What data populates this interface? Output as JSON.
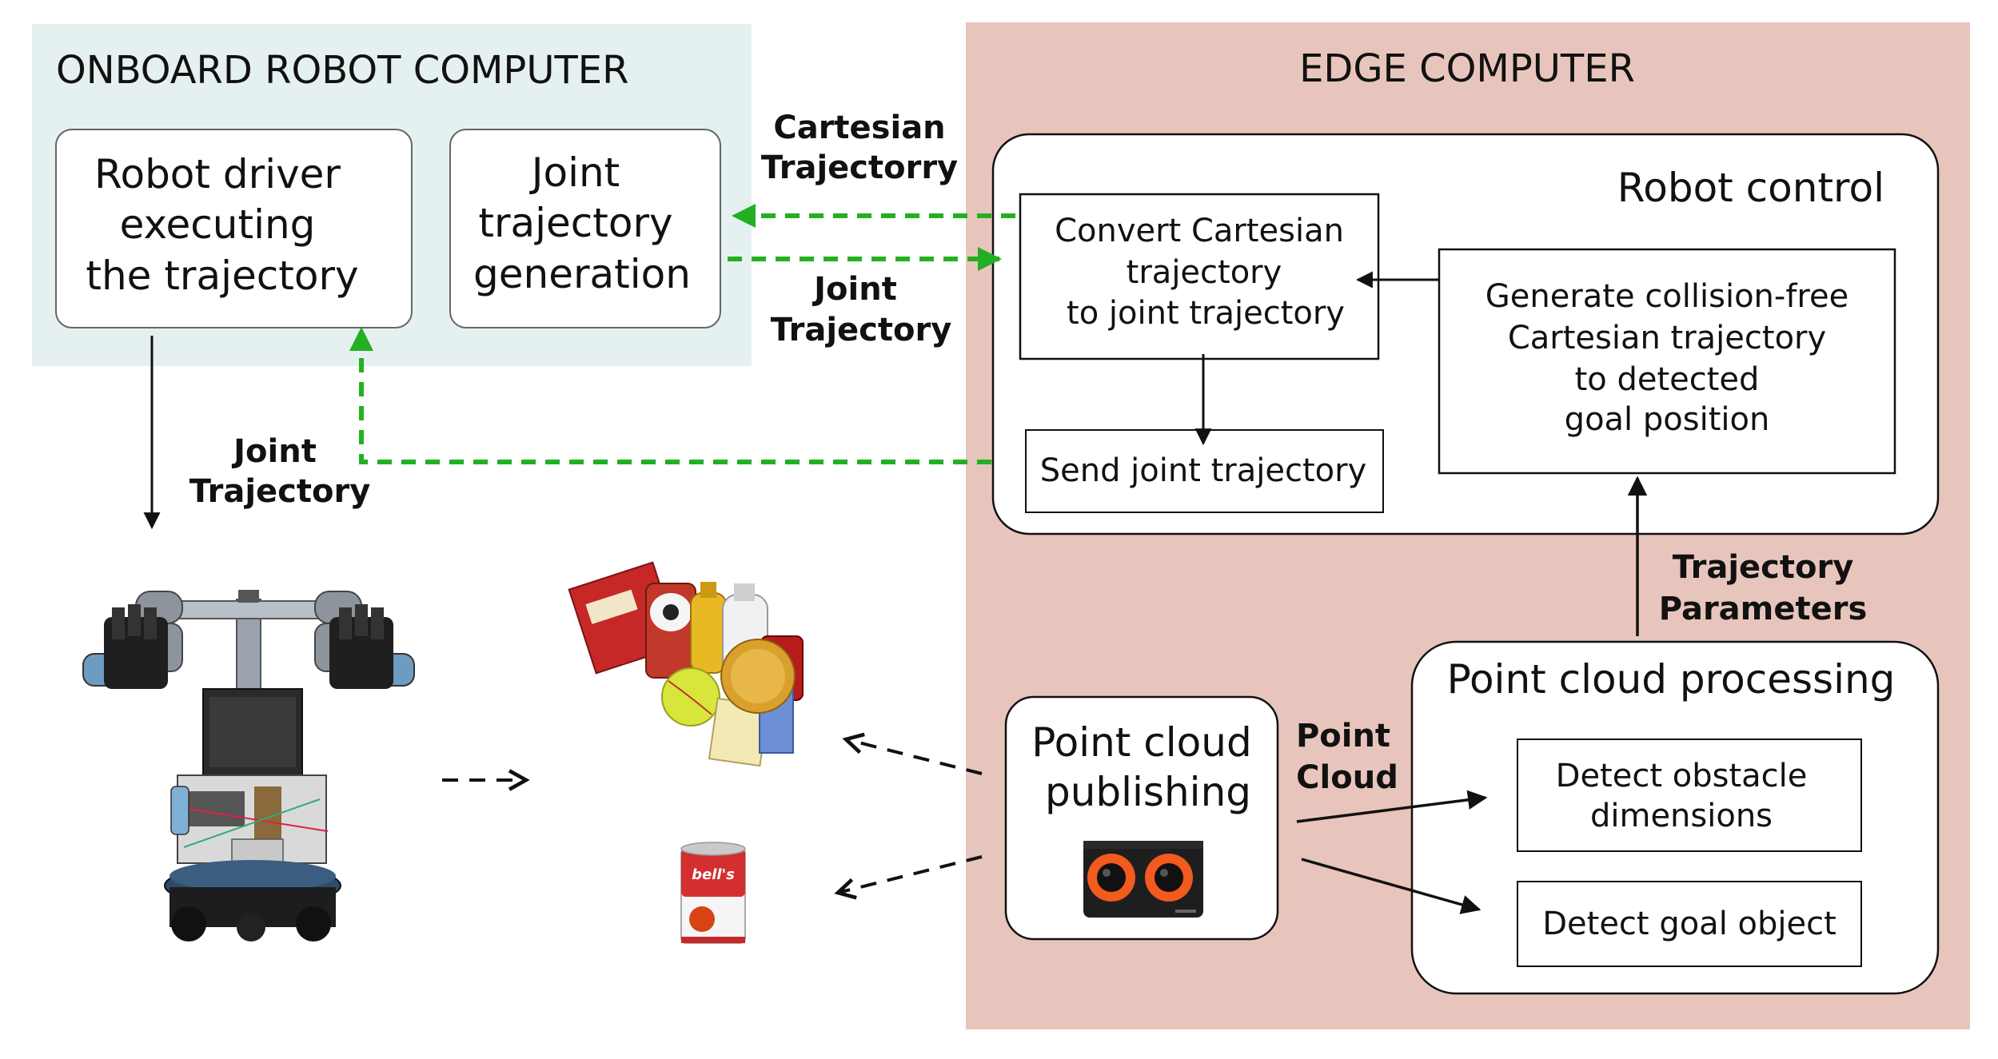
{
  "onboard": {
    "title": "ONBOARD ROBOT COMPUTER",
    "driver_box": [
      "Robot driver",
      "executing",
      "the trajectory"
    ],
    "joint_gen_box": [
      "Joint",
      "trajectory",
      "generation"
    ]
  },
  "edge": {
    "title": "EDGE COMPUTER",
    "robot_control": {
      "title": "Robot control",
      "convert_box": [
        "Convert Cartesian",
        "trajectory",
        "to joint trajectory"
      ],
      "generate_box": [
        "Generate collision-free",
        "Cartesian trajectory",
        "to detected",
        "goal position"
      ],
      "send_box": "Send joint trajectory"
    },
    "point_cloud_publishing": [
      "Point cloud",
      "publishing"
    ],
    "point_cloud_processing": {
      "title": "Point cloud processing",
      "obstacle_box": [
        "Detect obstacle",
        "dimensions"
      ],
      "goal_box": "Detect goal object"
    }
  },
  "labels": {
    "cartesian_traj": [
      "Cartesian",
      "Trajectorry"
    ],
    "joint_traj_top": [
      "Joint",
      "Trajectory"
    ],
    "joint_traj_left": [
      "Joint",
      "Trajectory"
    ],
    "traj_params": [
      "Trajectory",
      "Parameters"
    ],
    "point_cloud": [
      "Point",
      "Cloud"
    ]
  },
  "images": {
    "robot": "robot-photo",
    "objects": "ycb-objects-photo",
    "can": "soup-can-photo",
    "camera": "stereo-camera-photo",
    "can_label": "bell's"
  },
  "colors": {
    "onboard_bg": "#e5f1f0",
    "edge_bg": "#e8c5bc",
    "green_arrow": "#22b022",
    "camera_orange": "#f25a1e"
  }
}
